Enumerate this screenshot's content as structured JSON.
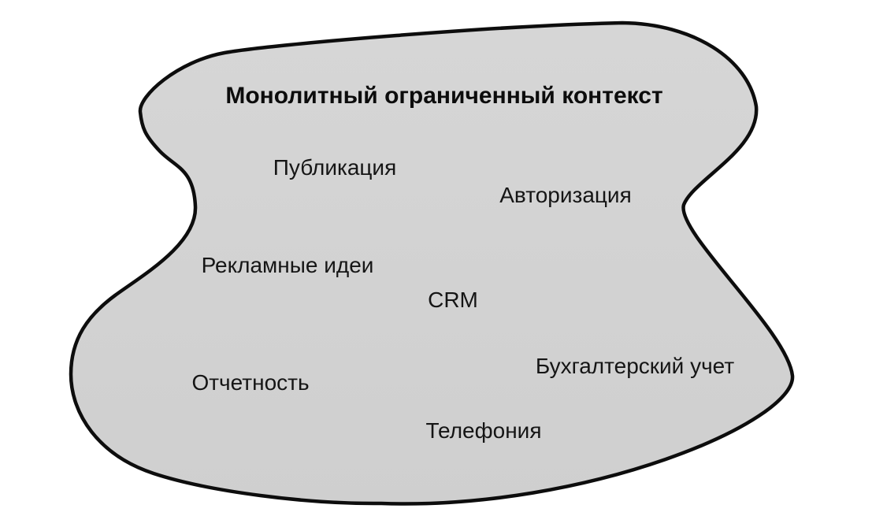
{
  "diagram": {
    "title": "Монолитный ограниченный контекст",
    "modules": [
      {
        "label": "Публикация"
      },
      {
        "label": "Авторизация"
      },
      {
        "label": "Рекламные идеи"
      },
      {
        "label": "CRM"
      },
      {
        "label": "Отчетность"
      },
      {
        "label": "Бухгалтерский учет"
      },
      {
        "label": "Телефония"
      }
    ],
    "colors": {
      "background": "#ffffff",
      "blob_fill": "#d3d3d3",
      "blob_fill_bottom": "#cfcfcf",
      "blob_outline": "#0d0d0d",
      "text": "#151515"
    }
  }
}
